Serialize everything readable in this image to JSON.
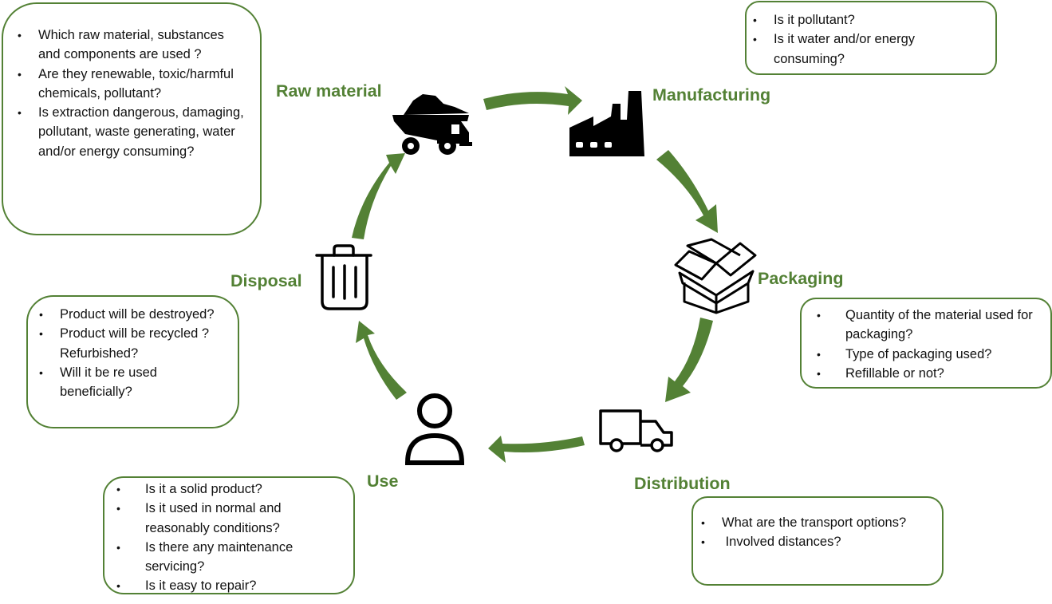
{
  "colors": {
    "accent": "#538135",
    "icon": "#000000",
    "border": "#538135"
  },
  "stages": [
    {
      "id": "raw-material",
      "label": "Raw material",
      "icon": "dump-truck-icon",
      "questions": [
        "Which raw material, substances and components are used ?",
        "Are they renewable, toxic/harmful chemicals, pollutant?",
        "Is extraction dangerous, damaging, pollutant, waste generating, water and/or energy consuming?"
      ]
    },
    {
      "id": "manufacturing",
      "label": "Manufacturing",
      "icon": "factory-icon",
      "questions": [
        "Is it pollutant?",
        "Is it water and/or energy consuming?"
      ]
    },
    {
      "id": "packaging",
      "label": "Packaging",
      "icon": "open-box-icon",
      "questions": [
        "Quantity of the material used for packaging?",
        "Type of packaging used?",
        "Refillable or not?"
      ]
    },
    {
      "id": "distribution",
      "label": "Distribution",
      "icon": "delivery-truck-icon",
      "questions": [
        "What are the transport options?",
        " Involved distances?"
      ]
    },
    {
      "id": "use",
      "label": "Use",
      "icon": "user-icon",
      "questions": [
        "Is it a solid product?",
        "Is it used in normal and reasonably conditions?",
        "Is there any maintenance servicing?",
        "Is it easy to repair?"
      ]
    },
    {
      "id": "disposal",
      "label": "Disposal",
      "icon": "trash-can-icon",
      "questions": [
        "Product will be destroyed?",
        "Product will be recycled ? Refurbished?",
        "Will it be re used beneficially?"
      ]
    }
  ]
}
